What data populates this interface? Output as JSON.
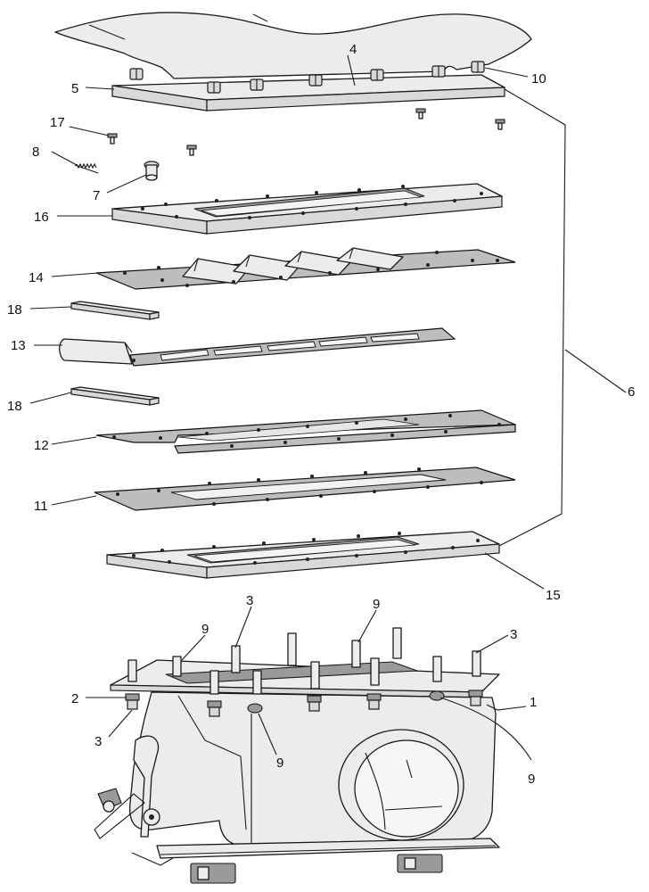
{
  "callouts": {
    "c1": "1",
    "c2": "2",
    "c3a": "3",
    "c3b": "3",
    "c3c": "3",
    "c4": "4",
    "c5": "5",
    "c6": "6",
    "c7": "7",
    "c8": "8",
    "c9a": "9",
    "c9b": "9",
    "c9c": "9",
    "c9d": "9",
    "c10": "10",
    "c11": "11",
    "c12": "12",
    "c13": "13",
    "c14": "14",
    "c15": "15",
    "c16": "16",
    "c17": "17",
    "c18a": "18",
    "c18b": "18"
  },
  "colors": {
    "line": "#1a1a1a",
    "fill": "#ececec",
    "gasket": "#bdbdbd"
  }
}
